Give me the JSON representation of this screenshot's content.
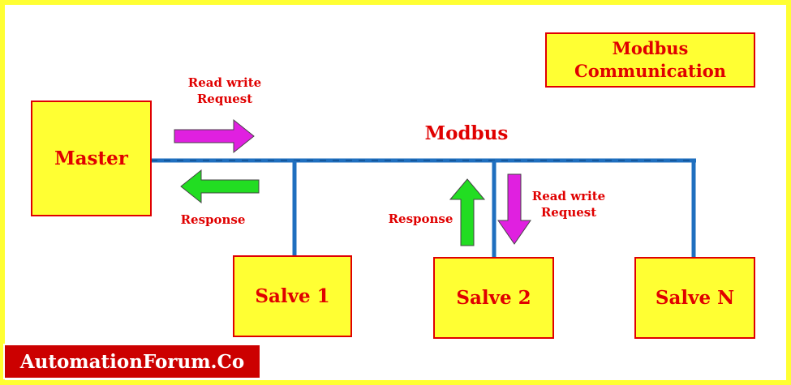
{
  "title": "Modbus\nCommunication",
  "bus_label": "Modbus",
  "master_label": "Master",
  "slaves": [
    "Salve 1",
    "Salve 2",
    "Salve N"
  ],
  "master_request_label": "Read write\nRequest",
  "master_response_label": "Response",
  "slave_response_label": "Response",
  "slave_request_label": "Read write\nRequest",
  "brand": "AutomationForum.Co",
  "colors": {
    "box_fill": "#ffff33",
    "text_red": "#e00000",
    "bus_blue": "#1f6fbf",
    "request_arrow": "#e020e0",
    "response_arrow": "#22dd22",
    "brand_bg": "#cc0000"
  }
}
